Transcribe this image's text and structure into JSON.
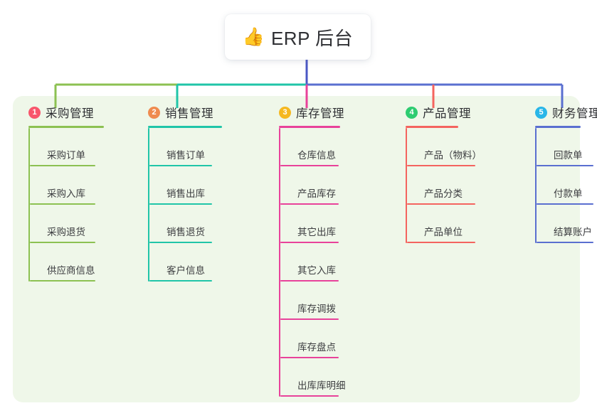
{
  "root": {
    "icon": "thumbs-up-icon",
    "emoji": "👍",
    "title": "ERP 后台"
  },
  "theme": {
    "panel_bg": "#eff7e9",
    "page_bg": "#ffffff",
    "stem_color": "#4a57c4",
    "text_color": "#2f3034"
  },
  "columns": [
    {
      "index": "1",
      "title": "采购管理",
      "badge_color": "#f8566c",
      "line_color": "#8cc152",
      "items": [
        "采购订单",
        "采购入库",
        "采购退货",
        "供应商信息"
      ]
    },
    {
      "index": "2",
      "title": "销售管理",
      "badge_color": "#ef8b4f",
      "line_color": "#20c5a8",
      "items": [
        "销售订单",
        "销售出库",
        "销售退货",
        "客户信息"
      ]
    },
    {
      "index": "3",
      "title": "库存管理",
      "badge_color": "#f5b820",
      "line_color": "#e8429a",
      "items": [
        "仓库信息",
        "产品库存",
        "其它出库",
        "其它入库",
        "库存调拨",
        "库存盘点",
        "出库库明细"
      ]
    },
    {
      "index": "4",
      "title": "产品管理",
      "badge_color": "#2ecc71",
      "line_color": "#f4645f",
      "items": [
        "产品（物料）",
        "产品分类",
        "产品单位"
      ]
    },
    {
      "index": "5",
      "title": "财务管理",
      "badge_color": "#29b6e8",
      "line_color": "#5a6fd0",
      "items": [
        "回款单",
        "付款单",
        "结算账户"
      ]
    }
  ]
}
